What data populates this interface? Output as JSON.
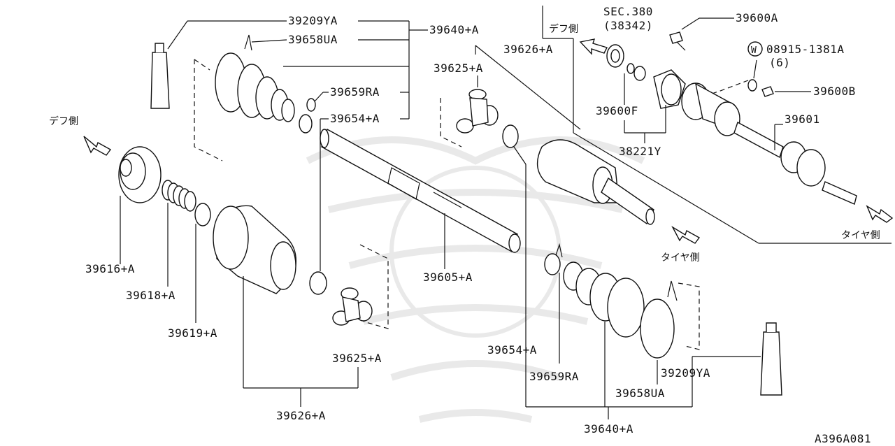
{
  "callouts": {
    "p39209YA_top": "39209YA",
    "p39658UA_top": "39658UA",
    "p39640A_top": "39640+A",
    "p39659RA_top": "39659RA",
    "p39654A_top": "39654+A",
    "p39626A_top": "39626+A",
    "p39625A_top": "39625+A",
    "p39616A": "39616+A",
    "p39618A": "39618+A",
    "p39619A": "39619+A",
    "p39605A": "39605+A",
    "p39625A_bottom": "39625+A",
    "p39626A_bottom": "39626+A",
    "p39654A_bottom": "39654+A",
    "p39659RA_bottom": "39659RA",
    "p39209YA_bottom": "39209YA",
    "p39658UA_bottom": "39658UA",
    "p39640A_bottom": "39640+A",
    "sec380": "SEC.380",
    "p38342": "(38342)",
    "p39600A": "39600A",
    "p08915": "08915-1381A",
    "p08915_qty": "(6)",
    "washer_mark": "W",
    "p39600B": "39600B",
    "p39600F": "39600F",
    "p38221Y": "38221Y",
    "p39601": "39601"
  },
  "direction_labels": {
    "diff_side_left": "デフ側",
    "diff_side_right": "デフ側",
    "tire_side_mid": "タイヤ側",
    "tire_side_right": "タイヤ側"
  },
  "figure_code": "A396A081"
}
